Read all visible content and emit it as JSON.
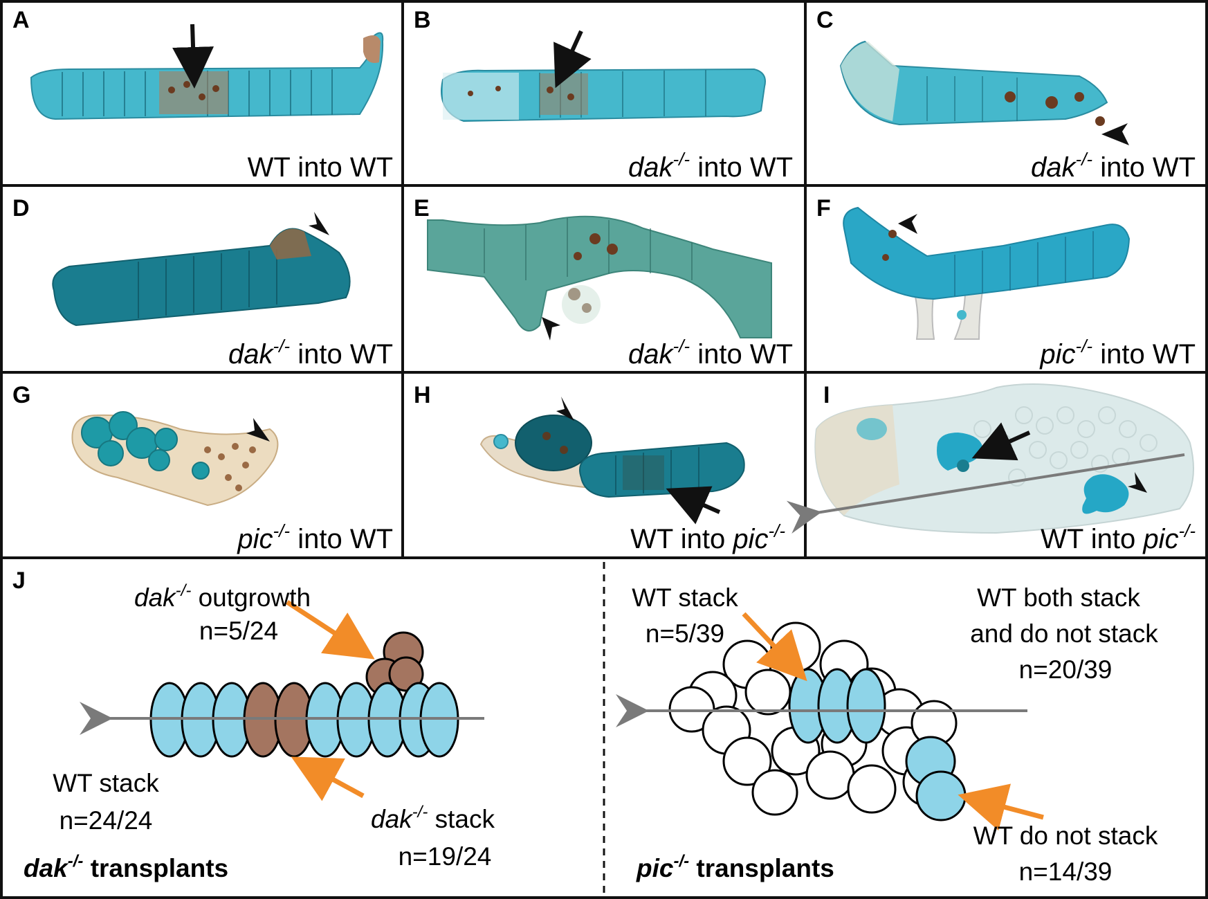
{
  "panels": [
    {
      "letter": "A",
      "caption_a": "WT",
      "caption_b": " into WT",
      "sup": ""
    },
    {
      "letter": "B",
      "caption_a": "dak",
      "caption_b": " into WT",
      "sup": "-/-"
    },
    {
      "letter": "C",
      "caption_a": "dak",
      "caption_b": " into WT",
      "sup": "-/-"
    },
    {
      "letter": "D",
      "caption_a": "dak",
      "caption_b": " into WT",
      "sup": "-/-"
    },
    {
      "letter": "E",
      "caption_a": "dak",
      "caption_b": " into WT",
      "sup": "-/-"
    },
    {
      "letter": "F",
      "caption_a": "pic",
      "caption_b": " into WT",
      "sup": "-/-"
    },
    {
      "letter": "G",
      "caption_a": "pic",
      "caption_b": " into WT",
      "sup": "-/-"
    },
    {
      "letter": "H",
      "caption_a": "WT into ",
      "caption_b": "pic",
      "sup": "-/-"
    },
    {
      "letter": "I",
      "caption_a": "WT into ",
      "caption_b": "pic",
      "sup": "-/-"
    }
  ],
  "panel_j": {
    "letter": "J",
    "left": {
      "outgrowth_gene": "dak",
      "outgrowth_sup": "-/-",
      "outgrowth_label": " outgrowth",
      "outgrowth_n": "n=5/24",
      "wt_stack_label": "WT stack",
      "wt_stack_n": "n=24/24",
      "dak_stack_gene": "dak",
      "dak_stack_sup": "-/-",
      "dak_stack_label": " stack",
      "dak_stack_n": "n=19/24",
      "title_gene": "dak",
      "title_sup": "-/-",
      "title_text": " transplants"
    },
    "right": {
      "wt_stack_label": "WT stack",
      "wt_stack_n": "n=5/39",
      "both_line1": "WT both stack",
      "both_line2": "and do not stack",
      "both_n": "n=20/39",
      "not_stack_label": "WT do not stack",
      "not_stack_n": "n=14/39",
      "title_gene": "pic",
      "title_sup": "-/-",
      "title_text": " transplants"
    }
  },
  "colors": {
    "stain_blue": "#45b8cc",
    "stain_dark": "#1a7d8f",
    "brown": "#a36a4c",
    "cell_blue": "#8ed4e8",
    "cell_brown": "#a47560",
    "orange": "#f28c28",
    "axis_gray": "#7a7a7a"
  }
}
